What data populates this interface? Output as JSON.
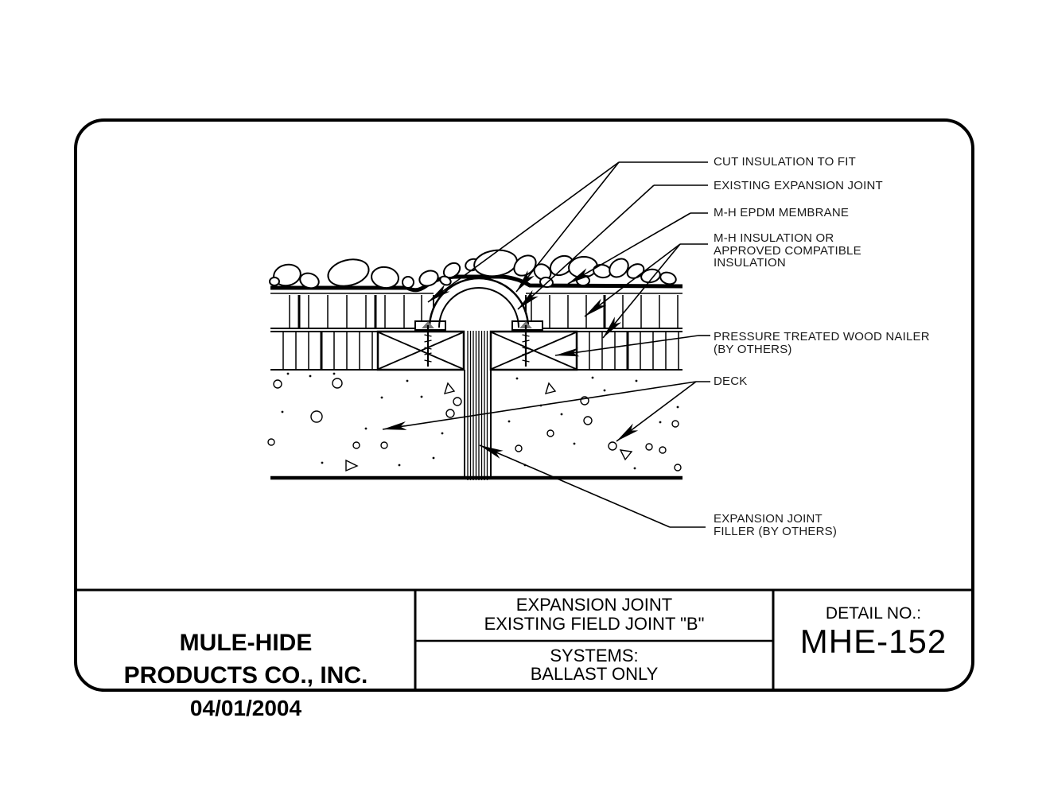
{
  "colors": {
    "line": "#000000",
    "background": "#ffffff",
    "screw_head": "#777777"
  },
  "callouts": {
    "cut_insulation": "CUT INSULATION TO FIT",
    "existing_joint": "EXISTING EXPANSION JOINT",
    "epdm_membrane": "M-H EPDM MEMBRANE",
    "mh_insulation": "M-H INSULATION OR\nAPPROVED COMPATIBLE\nINSULATION",
    "wood_nailer": "PRESSURE TREATED WOOD NAILER\n(BY OTHERS)",
    "deck": "DECK",
    "joint_filler": "EXPANSION JOINT\nFILLER (BY OTHERS)"
  },
  "title_block": {
    "company": "MULE-HIDE\nPRODUCTS CO., INC.",
    "date": "04/01/2004",
    "drawing_title": "EXPANSION JOINT\nEXISTING FIELD JOINT \"B\"",
    "systems": "SYSTEMS:\nBALLAST ONLY",
    "detail_no_label": "DETAIL NO.:",
    "detail_no_value": "MHE-152"
  }
}
